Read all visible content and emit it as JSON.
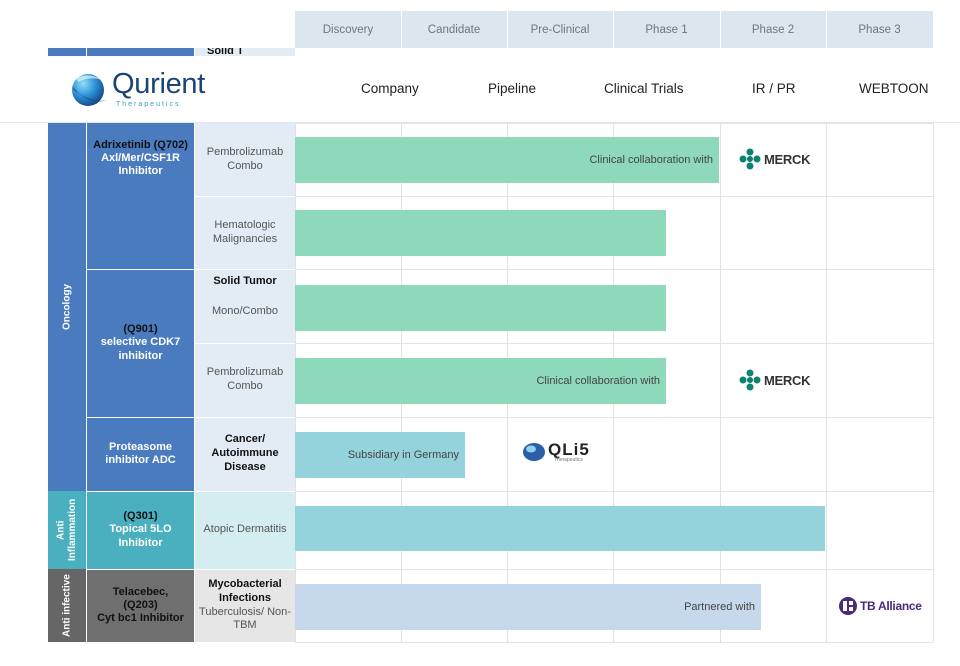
{
  "phases": [
    "Discovery",
    "Candidate",
    "Pre-Clinical",
    "Phase 1",
    "Phase 2",
    "Phase 3"
  ],
  "peek_text": "Solid T",
  "nav": {
    "logo_word": "Qurient",
    "logo_sub": "Therapeutics",
    "items": [
      "Company",
      "Pipeline",
      "Clinical Trials",
      "IR / PR",
      "WEBTOON"
    ]
  },
  "categories": [
    {
      "label": "Oncology",
      "color": "#4a7bbf"
    },
    {
      "label": "Anti Inflammation",
      "color": "#4ab0bf"
    },
    {
      "label": "Anti infective",
      "color": "#666666"
    }
  ],
  "drugs": [
    {
      "lines": [
        "Adrixetinib (Q702)",
        "Axl/Mer/CSF1R",
        "Inhibitor"
      ]
    },
    {
      "lines": [
        "(Q901)",
        "selective CDK7",
        "inhibitor"
      ]
    },
    {
      "lines": [
        "Proteasome",
        "inhibitor ADC"
      ]
    },
    {
      "lines": [
        "(Q301)",
        "Topical 5LO",
        "Inhibitor"
      ]
    },
    {
      "lines": [
        "Telacebec,",
        "(Q203)",
        "Cyt bc1 Inhibitor"
      ]
    }
  ],
  "indications": [
    {
      "bold": "",
      "text": "Pembrolizumab Combo"
    },
    {
      "bold": "",
      "text": "Hematologic Malignancies"
    },
    {
      "bold": "Solid Tumor",
      "text": "Mono/Combo"
    },
    {
      "bold": "",
      "text": "Pembrolizumab Combo"
    },
    {
      "bold": "Cancer/ Autoimmune Disease",
      "text": ""
    },
    {
      "bold": "",
      "text": "Atopic Dermatitis"
    },
    {
      "bold": "Mycobacterial Infections",
      "text": "Tuberculosis/ Non-TBM"
    }
  ],
  "bars": [
    {
      "label": "Clinical collaboration with",
      "progress_phase": 4.0,
      "color": "#8fd9bb"
    },
    {
      "label": "",
      "progress_phase": 3.5,
      "color": "#8fd9bb"
    },
    {
      "label": "",
      "progress_phase": 3.5,
      "color": "#8fd9bb"
    },
    {
      "label": "Clinical collaboration with",
      "progress_phase": 3.5,
      "color": "#8fd9bb"
    },
    {
      "label": "Subsidiary in Germany",
      "progress_phase": 1.6,
      "color": "#95d3dc"
    },
    {
      "label": "",
      "progress_phase": 5.0,
      "color": "#95d3dc"
    },
    {
      "label": "Partnered with",
      "progress_phase": 4.4,
      "color": "#c6d8eb"
    }
  ],
  "partners": {
    "merck": "MERCK",
    "qli5": "QLi5",
    "qli5_sub": "Therapeutics",
    "tb": "TB Alliance"
  },
  "colors": {
    "drug_onc": "#4a7bbf",
    "drug_inf": "#4ab0bf",
    "drug_ai": "#6f6f6f",
    "ind_onc": "#e3ecf5",
    "ind_inf": "#d3edf1",
    "ind_ai": "#e6e6e6",
    "merck": "#0c8272",
    "tb": "#4a2a7a"
  }
}
